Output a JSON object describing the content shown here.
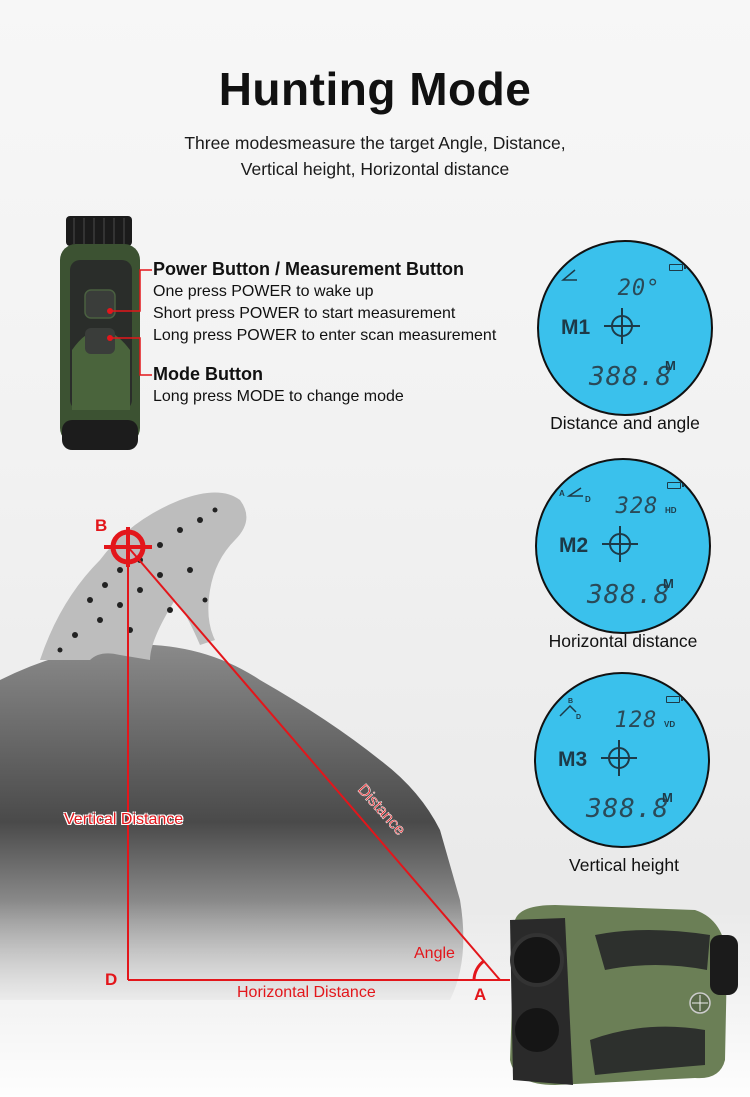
{
  "header": {
    "title": "Hunting Mode",
    "subtitle_line1": "Three modesmeasure the target Angle, Distance,",
    "subtitle_line2": "Vertical height, Horizontal distance"
  },
  "buttons": {
    "power": {
      "title": "Power Button / Measurement Button",
      "lines": [
        "One press POWER to wake up",
        "Short press POWER to start measurement",
        "Long press POWER to enter scan measurement"
      ]
    },
    "mode": {
      "title": "Mode Button",
      "lines": [
        "Long press MODE to change mode"
      ]
    }
  },
  "displays": [
    {
      "mode": "M1",
      "top_value": "20°",
      "tag": "",
      "distance": "388.8",
      "unit": "M",
      "icon": "angle-icon",
      "caption": "Distance and angle"
    },
    {
      "mode": "M2",
      "top_value": "328",
      "tag": "HD",
      "distance": "388.8",
      "unit": "M",
      "icon": "horizontal-distance-icon",
      "caption": "Horizontal distance"
    },
    {
      "mode": "M3",
      "top_value": "128",
      "tag": "VD",
      "distance": "388.8",
      "unit": "M",
      "icon": "vertical-distance-icon",
      "caption": "Vertical height"
    }
  ],
  "diagram": {
    "point_b": "B",
    "point_d": "D",
    "point_a": "A",
    "vertical_label": "Vertical Distance",
    "distance_label": "Distance",
    "horizontal_label": "Horizontal Distance",
    "angle_label": "Angle",
    "icon_a": "A",
    "icon_d": "D",
    "icon_b": "B",
    "accent_color": "#e3161b",
    "lcd_color": "#3ac1ec"
  }
}
